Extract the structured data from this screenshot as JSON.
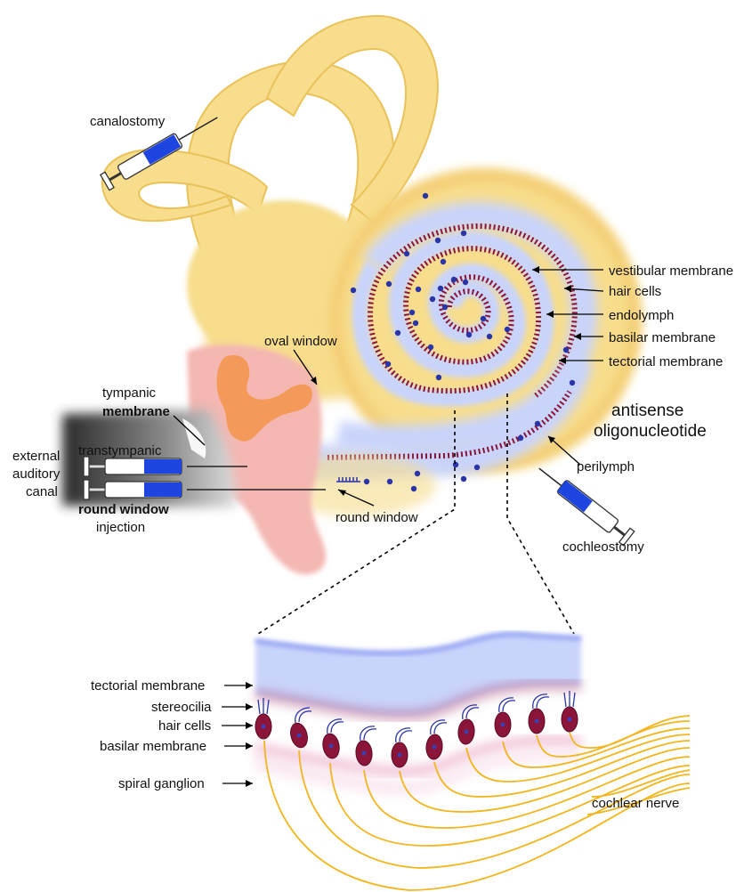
{
  "labels": {
    "canalostomy": "canalostomy",
    "vestibular_membrane": "vestibular membrane",
    "hair_cells": "hair cells",
    "endolymph": "endolymph",
    "basilar_membrane": "basilar membrane",
    "tectorial_membrane": "tectorial membrane",
    "oval_window": "oval window",
    "tympanic": "tympanic",
    "membrane": "membrane",
    "antisense_line1": "antisense",
    "antisense_line2": "oligonucleotide",
    "external": "external",
    "auditory": "auditory",
    "canal": "canal",
    "transtympanic": "transtympanic",
    "round_window_bold": "round window",
    "injection": "injection",
    "round_window": "round window",
    "perilymph": "perilymph",
    "cochleostomy": "cochleostomy"
  },
  "detail_labels": {
    "tectorial_membrane": "tectorial membrane",
    "stereocilia": "stereocilia",
    "hair_cells": "hair cells",
    "basilar_membrane": "basilar membrane",
    "spiral_ganglion": "spiral ganglion",
    "cochlear_nerve": "cochlear nerve"
  },
  "colors": {
    "bone": "#f7dd8c",
    "bone_edge": "#e9c25a",
    "membrane_blue": "#c9d4fb",
    "hair_cell": "#8b1538",
    "particle": "#2a35a8",
    "nerve": "#f2b51c",
    "middle_ear_pink": "#f4b7b2",
    "ossicle_orange": "#f39a5a",
    "syringe_blue": "#1e45e0"
  }
}
